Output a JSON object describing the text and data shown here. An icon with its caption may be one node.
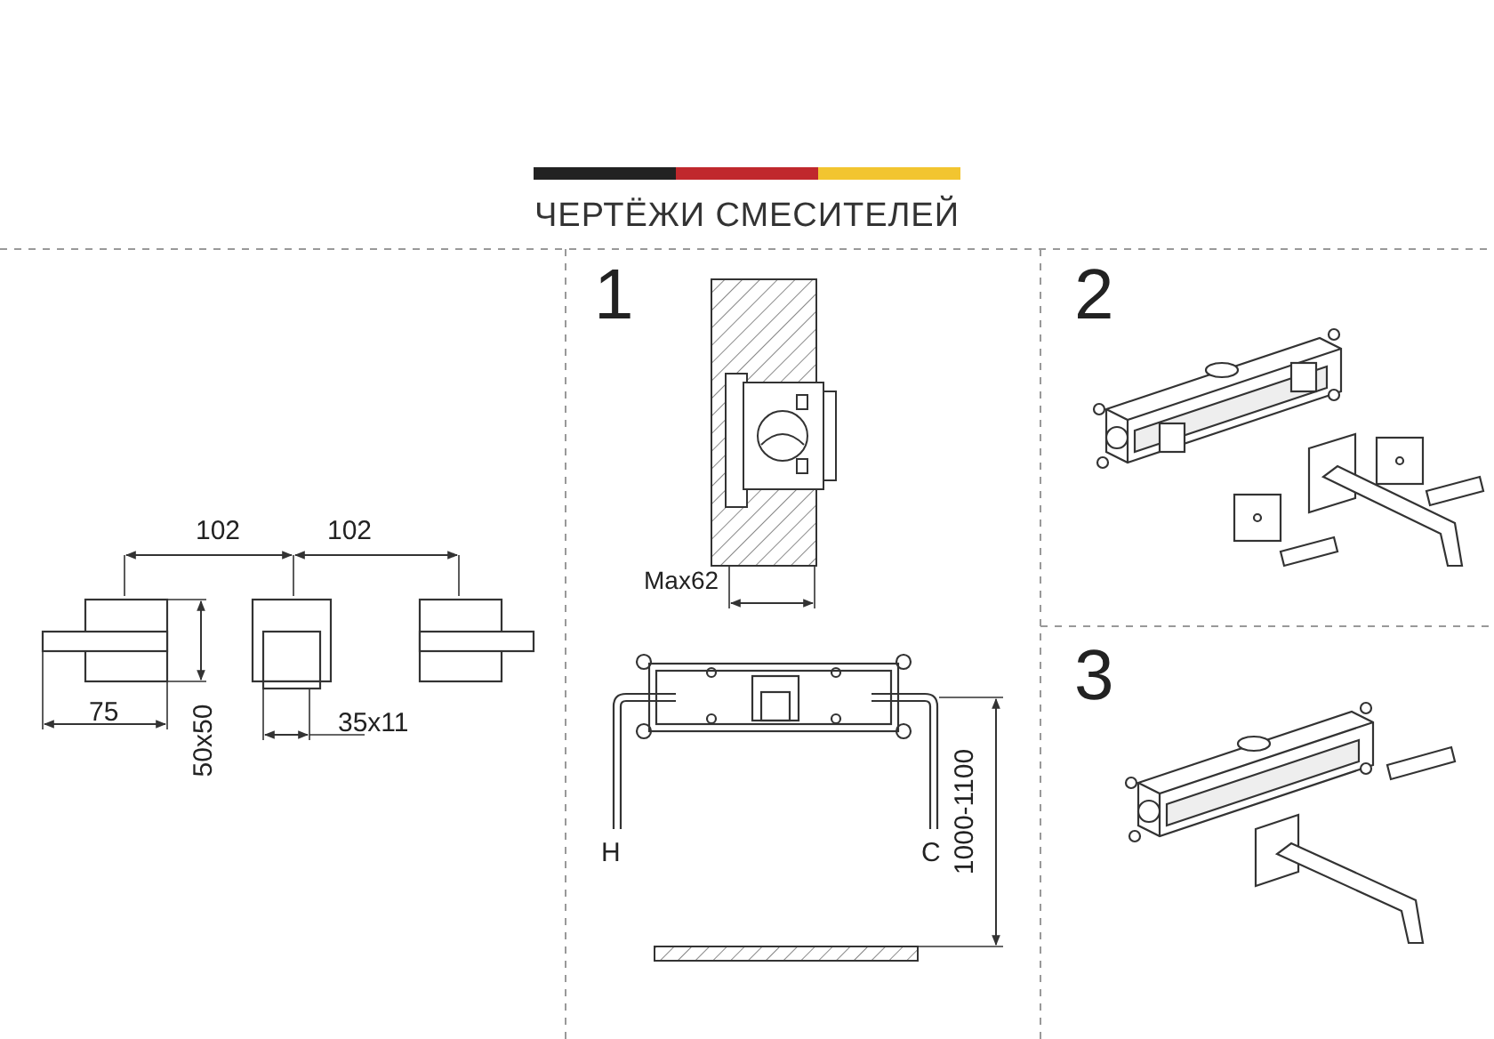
{
  "diagram": {
    "title": "ЧЕРТЁЖИ СМЕСИТЕЛЕЙ",
    "labels": [
      "102",
      "102",
      "75",
      "50x50",
      "35x11",
      "1",
      "Max62",
      "H",
      "C",
      "1000-1100",
      "2",
      "3"
    ]
  }
}
